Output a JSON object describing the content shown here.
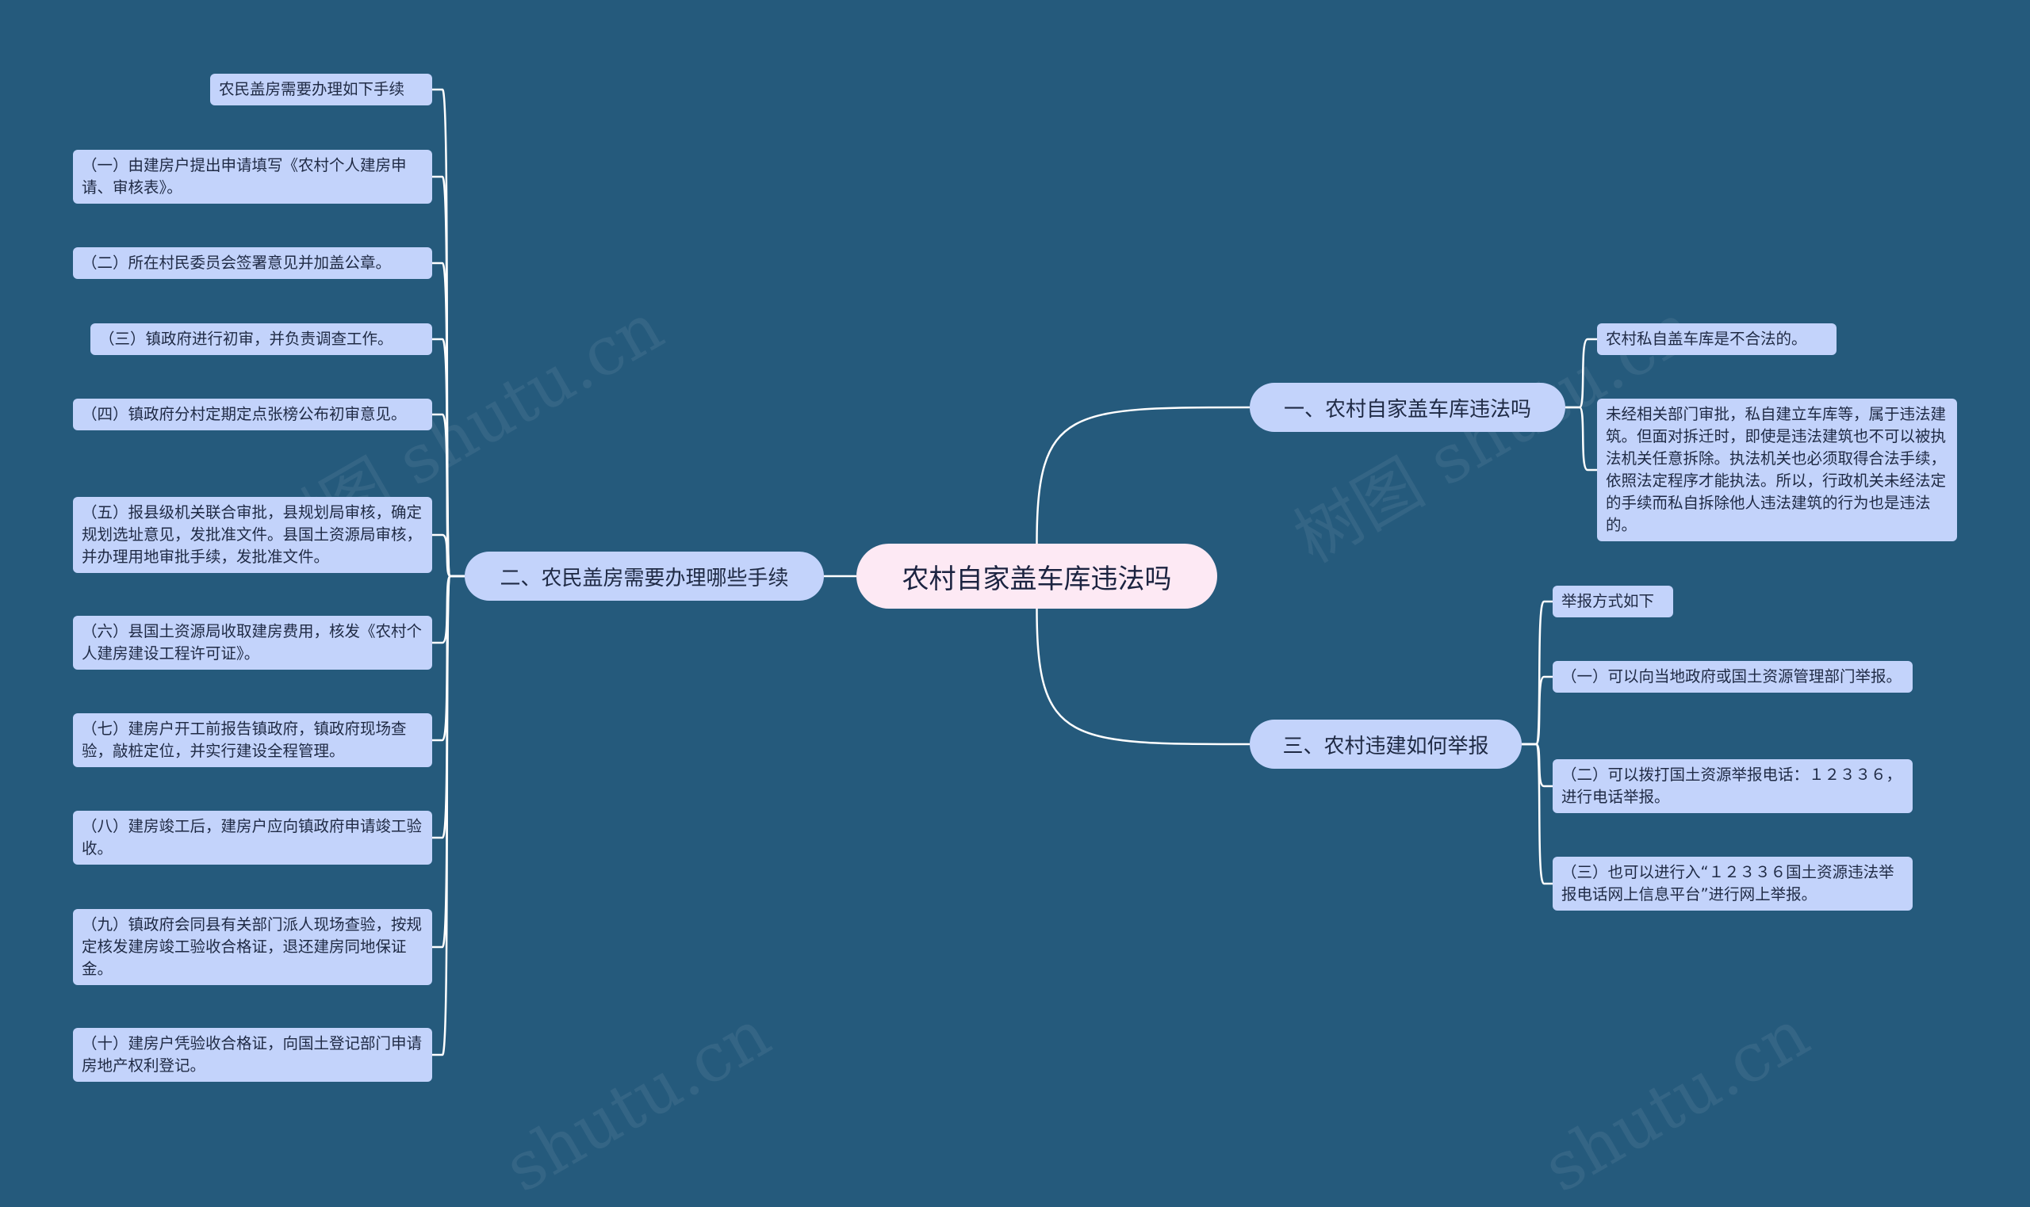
{
  "root": {
    "label": "农村自家盖车库违法吗"
  },
  "branches": [
    {
      "label": "一、农村自家盖车库违法吗",
      "children": [
        "农村私自盖车库是不合法的。",
        "未经相关部门审批，私自建立车库等，属于违法建筑。但面对拆迁时，即使是违法建筑也不可以被执法机关任意拆除。执法机关也必须取得合法手续，依照法定程序才能执法。所以，行政机关未经法定的手续而私自拆除他人违法建筑的行为也是违法的。"
      ]
    },
    {
      "label": "二、农民盖房需要办理哪些手续",
      "children": [
        "农民盖房需要办理如下手续",
        "（一）由建房户提出申请填写《农村个人建房申请、审核表》。",
        "（二）所在村民委员会签署意见并加盖公章。",
        "（三）镇政府进行初审，并负责调查工作。",
        "（四）镇政府分村定期定点张榜公布初审意见。",
        "（五）报县级机关联合审批，县规划局审核，确定规划选址意见，发批准文件。县国土资源局审核，并办理用地审批手续，发批准文件。",
        "（六）县国土资源局收取建房费用，核发《农村个人建房建设工程许可证》。",
        "（七）建房户开工前报告镇政府，镇政府现场查验，敲桩定位，并实行建设全程管理。",
        "（八）建房竣工后，建房户应向镇政府申请竣工验收。",
        "（九）镇政府会同县有关部门派人现场查验，按规定核发建房竣工验收合格证，退还建房同地保证金。",
        "（十）建房户凭验收合格证，向国土登记部门申请房地产权利登记。"
      ]
    },
    {
      "label": "三、农村违建如何举报",
      "children": [
        "举报方式如下",
        "（一）可以向当地政府或国土资源管理部门举报。",
        "（二）可以拨打国土资源举报电话：１２３３６，进行电话举报。",
        "（三）也可以进行入“１２３３６国土资源违法举报电话网上信息平台”进行网上举报。"
      ]
    }
  ],
  "watermarks": [
    "树图 shutu.cn",
    "树图 shutu.cn",
    "shutu.cn",
    "shutu.cn"
  ],
  "colors": {
    "background": "#255a7c",
    "root_fill": "#fde9f4",
    "node_fill": "#c3d3fb",
    "connector": "#ffffff"
  }
}
